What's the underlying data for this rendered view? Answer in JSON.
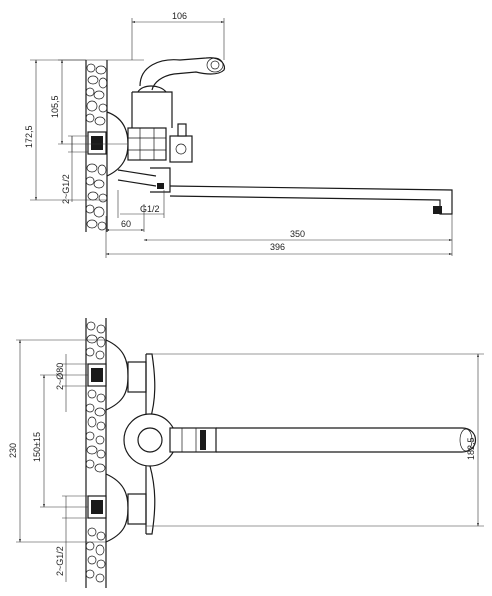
{
  "top_view": {
    "dims": {
      "width_106": "106",
      "height_105_5": "105,5",
      "height_172_5": "172,5",
      "thread_left": "2~G1/2",
      "thread_inlet": "G1/2",
      "offset_60": "60",
      "spout_350": "350",
      "total_396": "396"
    }
  },
  "bottom_view": {
    "dims": {
      "height_230": "230",
      "thread_top": "2~Ø80",
      "spacing": "150±15",
      "thread_bottom": "2~G1/2",
      "spout_182_5": "182,5"
    }
  }
}
